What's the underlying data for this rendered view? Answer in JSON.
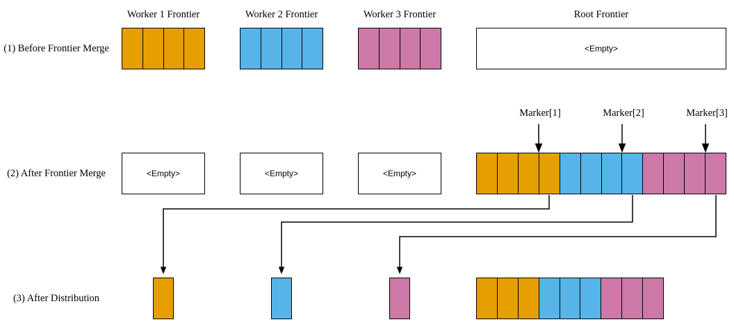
{
  "colors": {
    "orange": "#E69F00",
    "blue": "#56B4E9",
    "pink": "#CC79A7",
    "line": "#000000"
  },
  "headers": {
    "worker1": "Worker 1 Frontier",
    "worker2": "Worker 2 Frontier",
    "worker3": "Worker 3 Frontier",
    "root": "Root Frontier"
  },
  "row_labels": [
    "(1) Before Frontier Merge",
    "(2) After Frontier Merge",
    "(3) After Distribution"
  ],
  "empty_placeholder": "<Empty>",
  "markers": [
    "Marker[1]",
    "Marker[2]",
    "Marker[3]"
  ],
  "boxes": {
    "before": {
      "worker1": [
        "orange",
        "orange",
        "orange",
        "orange"
      ],
      "worker2": [
        "blue",
        "blue",
        "blue",
        "blue"
      ],
      "worker3": [
        "pink",
        "pink",
        "pink",
        "pink"
      ]
    },
    "after_merge": {
      "root": [
        "orange",
        "orange",
        "orange",
        "orange",
        "blue",
        "blue",
        "blue",
        "blue",
        "pink",
        "pink",
        "pink",
        "pink"
      ]
    },
    "after_distribution": {
      "worker1": [
        "orange"
      ],
      "worker2": [
        "blue"
      ],
      "worker3": [
        "pink"
      ],
      "root": [
        "orange",
        "orange",
        "orange",
        "blue",
        "blue",
        "blue",
        "pink",
        "pink",
        "pink"
      ]
    }
  }
}
